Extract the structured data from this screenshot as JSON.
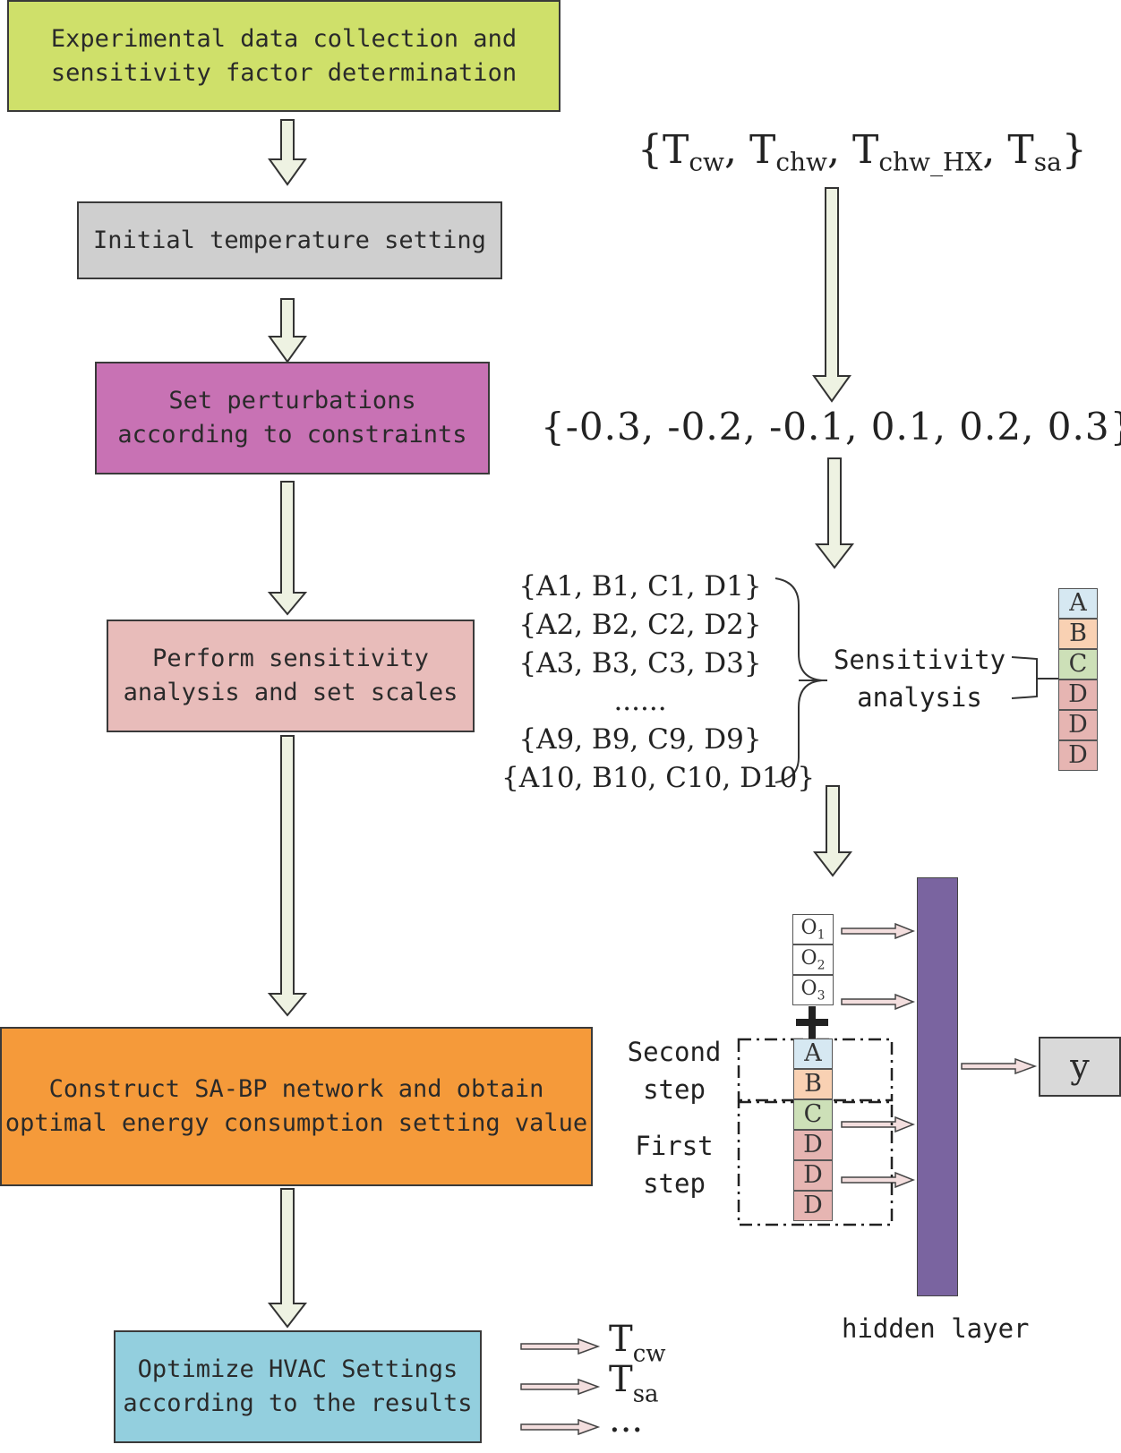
{
  "steps": {
    "s1": {
      "text": "Experimental data collection and\nsensitivity factor determination",
      "color": "#cfe06a"
    },
    "s2": {
      "text": "Initial temperature setting",
      "color": "#cfcfcf"
    },
    "s3": {
      "text": "Set perturbations\naccording to constraints",
      "color": "#c872b4"
    },
    "s4": {
      "text": "Perform sensitivity\nanalysis and set scales",
      "color": "#e8bcba"
    },
    "s5": {
      "text": "Construct SA-BP network and obtain\noptimal energy consumption setting value",
      "color": "#f59a3a"
    },
    "s6": {
      "text": "Optimize HVAC Settings\naccording to the results",
      "color": "#93cfde"
    }
  },
  "variables": {
    "open": "{T",
    "cw": "cw",
    "chw": "chw",
    "chw_hx": "chw_HX",
    "sa": "sa",
    "sep": ", T",
    "close": "}"
  },
  "perturbations": "{-0.3, -0.2, -0.1, 0.1, 0.2, 0.3}",
  "combinations": [
    "{A1, B1, C1, D1}",
    "{A2, B2, C2, D2}",
    "{A3, B3, C3, D3}",
    "......",
    "{A9, B9, C9, D9}",
    "{A10, B10, C10, D10}"
  ],
  "sensitivity_label": "Sensitivity\nanalysis",
  "factor_stack": [
    {
      "letter": "A",
      "color": "#d6e8f2"
    },
    {
      "letter": "B",
      "color": "#f9d1b3"
    },
    {
      "letter": "C",
      "color": "#cde0b8"
    },
    {
      "letter": "D",
      "color": "#e6b5b2"
    },
    {
      "letter": "D",
      "color": "#e6b5b2"
    },
    {
      "letter": "D",
      "color": "#e6b5b2"
    }
  ],
  "outputs_prev": [
    {
      "base": "O",
      "sub": "1"
    },
    {
      "base": "O",
      "sub": "2"
    },
    {
      "base": "O",
      "sub": "3"
    }
  ],
  "second_step": "Second\nstep",
  "first_step": "First\nstep",
  "hidden_layer": "hidden layer",
  "hidden_color": "#7a64a0",
  "output_y": "y",
  "results": [
    {
      "base": "T",
      "sub": "cw"
    },
    {
      "base": "T",
      "sub": "sa"
    },
    {
      "base": "...",
      "sub": ""
    }
  ]
}
